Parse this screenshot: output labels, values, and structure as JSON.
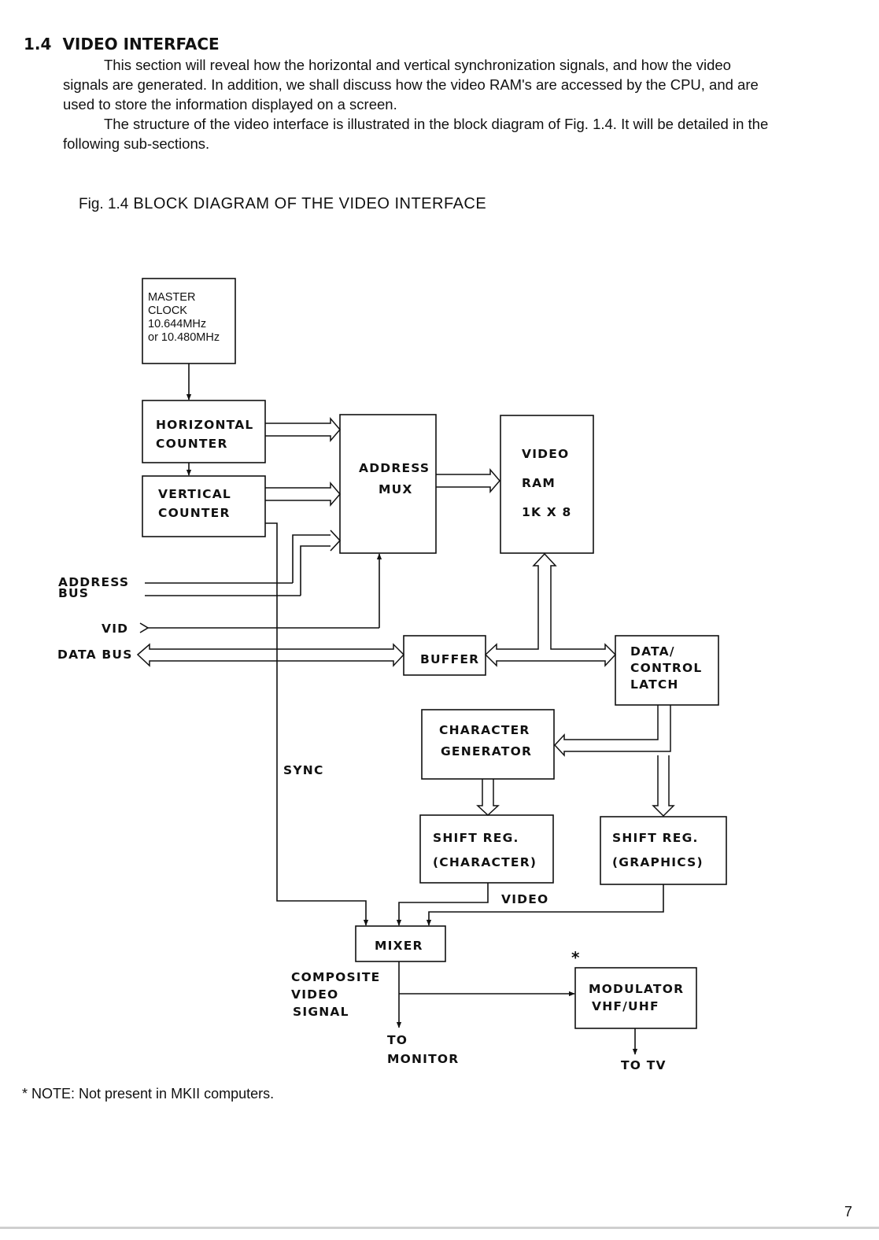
{
  "section": {
    "number": "1.4",
    "title": "VIDEO INTERFACE"
  },
  "paragraphs": [
    "This section will reveal how the horizontal and vertical synchronization signals, and how the video signals are generated. In addition, we shall discuss how the video RAM's are accessed by the CPU, and are used to store the information displayed on a screen.",
    "The structure of the video interface is illustrated in the block diagram of Fig. 1.4. It will be detailed in the following sub-sections."
  ],
  "figure": {
    "number": "Fig. 1.4",
    "title": "BLOCK DIAGRAM OF THE VIDEO INTERFACE"
  },
  "blocks": {
    "master_clock": [
      "MASTER",
      "CLOCK",
      "10.644MHz",
      "or 10.480MHz"
    ],
    "horizontal_counter": [
      "HORIZONTAL",
      "COUNTER"
    ],
    "vertical_counter": [
      "VERTICAL",
      "COUNTER"
    ],
    "address_mux": [
      "ADDRESS",
      "MUX"
    ],
    "video_ram": [
      "VIDEO",
      "RAM",
      "1K X 8"
    ],
    "buffer": "BUFFER",
    "data_control_latch": [
      "DATA/",
      "CONTROL",
      "LATCH"
    ],
    "character_generator": [
      "CHARACTER",
      "GENERATOR"
    ],
    "shift_reg_character": [
      "SHIFT REG.",
      "(CHARACTER)"
    ],
    "shift_reg_graphics": [
      "SHIFT REG.",
      "(GRAPHICS)"
    ],
    "mixer": "MIXER",
    "modulator": [
      "MODULATOR",
      "VHF/UHF"
    ]
  },
  "signals": {
    "address_bus": [
      "ADDRESS",
      "BUS"
    ],
    "vid": "VID",
    "data_bus": "DATA BUS",
    "sync": "SYNC",
    "video": "VIDEO",
    "composite": [
      "COMPOSITE",
      "VIDEO",
      "SIGNAL"
    ],
    "to_monitor": [
      "TO",
      "MONITOR"
    ],
    "to_tv": "TO TV",
    "modulator_mark": "*"
  },
  "note": "* NOTE:  Not present in MKII computers.",
  "page_number": "7"
}
